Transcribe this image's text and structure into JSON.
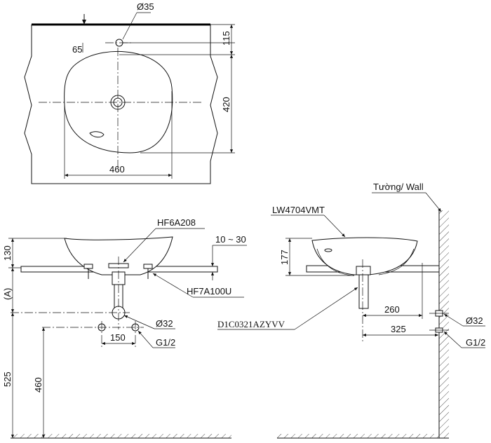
{
  "top_view": {
    "tap_hole_dia": "Ø35",
    "tap_offset": "65",
    "depth_to_hole": "115",
    "basin_depth": "420",
    "basin_width": "460"
  },
  "front_view": {
    "drain_label": "HF6A208",
    "counter_thickness": "10 ~ 30",
    "bracket_label": "HF7A100U",
    "basin_height": "130",
    "a_dim": "(A)",
    "drain_dia": "Ø32",
    "supply_thread": "G1/2",
    "supply_spacing": "150",
    "height_total": "525",
    "supply_height": "460"
  },
  "side_view": {
    "wall_label": "Tường/ Wall",
    "model_label": "LW4704VMT",
    "basin_height": "177",
    "trap_label": "D1C0321AZYVV",
    "dist_center_260": "260",
    "dist_center_325": "325",
    "drain_dia": "Ø32",
    "supply_thread": "G1/2"
  }
}
